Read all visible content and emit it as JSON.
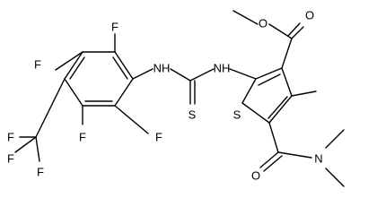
{
  "molecule": {
    "atoms": {
      "f_top": "F",
      "f_left_upper": "F",
      "f_cf3_a": "F",
      "f_cf3_b": "F",
      "f_cf3_c": "F",
      "f_right_lower": "F",
      "f_bottom": "F",
      "nh_left": "NH",
      "nh_right": "NH",
      "s_thio": "S",
      "s_ring": "S",
      "o_ester_carbonyl": "O",
      "o_ester": "O",
      "o_amide": "O",
      "n_amide": "N"
    }
  }
}
